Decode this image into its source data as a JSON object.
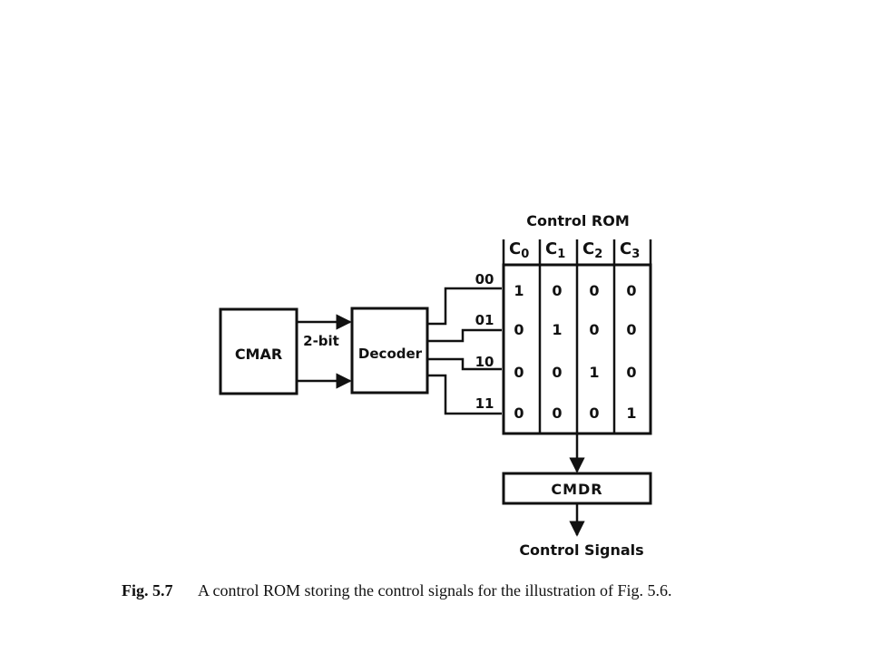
{
  "rom": {
    "title": "Control ROM",
    "columns": [
      {
        "base": "C",
        "sub": "0"
      },
      {
        "base": "C",
        "sub": "1"
      },
      {
        "base": "C",
        "sub": "2"
      },
      {
        "base": "C",
        "sub": "3"
      }
    ],
    "rows": [
      {
        "address": "00",
        "bits": [
          "1",
          "0",
          "0",
          "0"
        ]
      },
      {
        "address": "01",
        "bits": [
          "0",
          "1",
          "0",
          "0"
        ]
      },
      {
        "address": "10",
        "bits": [
          "0",
          "0",
          "1",
          "0"
        ]
      },
      {
        "address": "11",
        "bits": [
          "0",
          "0",
          "0",
          "1"
        ]
      }
    ]
  },
  "cmar": {
    "label": "CMAR"
  },
  "bus": {
    "label": "2-bit"
  },
  "decoder": {
    "label": "Decoder"
  },
  "cmdr": {
    "label": "CMDR"
  },
  "output": {
    "label": "Control Signals"
  },
  "caption": {
    "prefix": "Fig. 5.7",
    "text": "A control ROM storing the control signals for the illustration of Fig. 5.6."
  }
}
